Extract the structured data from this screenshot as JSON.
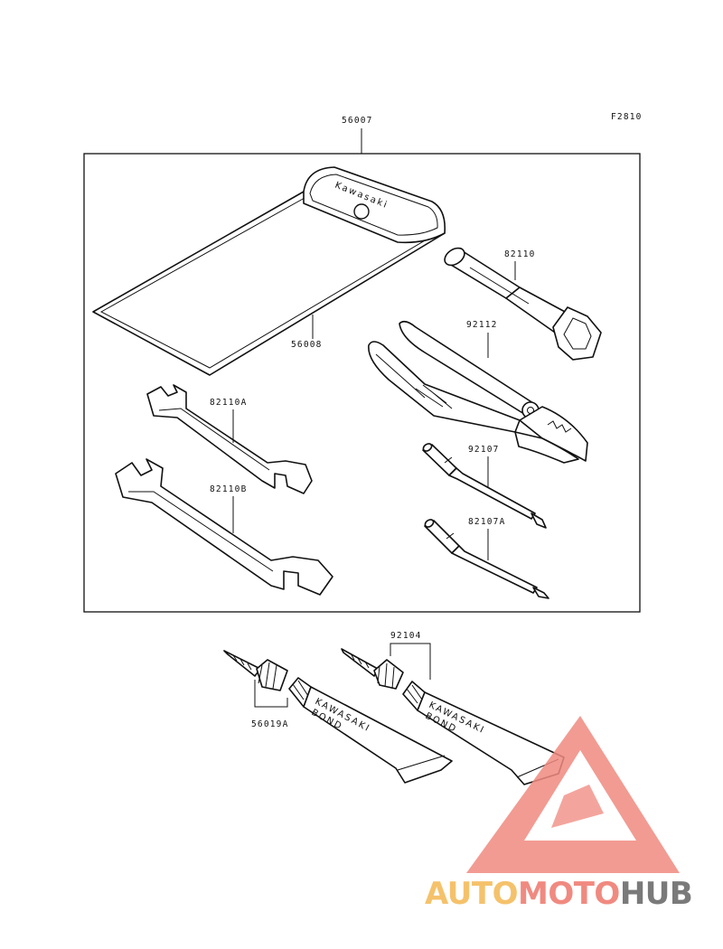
{
  "figure_code": "F2810",
  "labels": {
    "tool_kit": "56007",
    "tool_bag": "56008",
    "wrench_a": "82110A",
    "wrench_b": "82110B",
    "plug_wrench": "82110",
    "pliers": "92112",
    "screwdriver": "92107",
    "screwdriver_a": "82107A",
    "bond_tube_a": "56019A",
    "bond_tube_b": "92104"
  },
  "imprints": {
    "bag_brand": "Kawasaki",
    "tube_brand": "KAWASAKI",
    "tube_product": "BOND"
  },
  "watermark": {
    "part1": "AUTO",
    "part2": "MOTO",
    "part3": "HUB",
    "colors": {
      "auto": "#f5c26b",
      "moto": "#f08a80",
      "hub": "#7a7a7a",
      "triangle": "#f08a80"
    }
  }
}
